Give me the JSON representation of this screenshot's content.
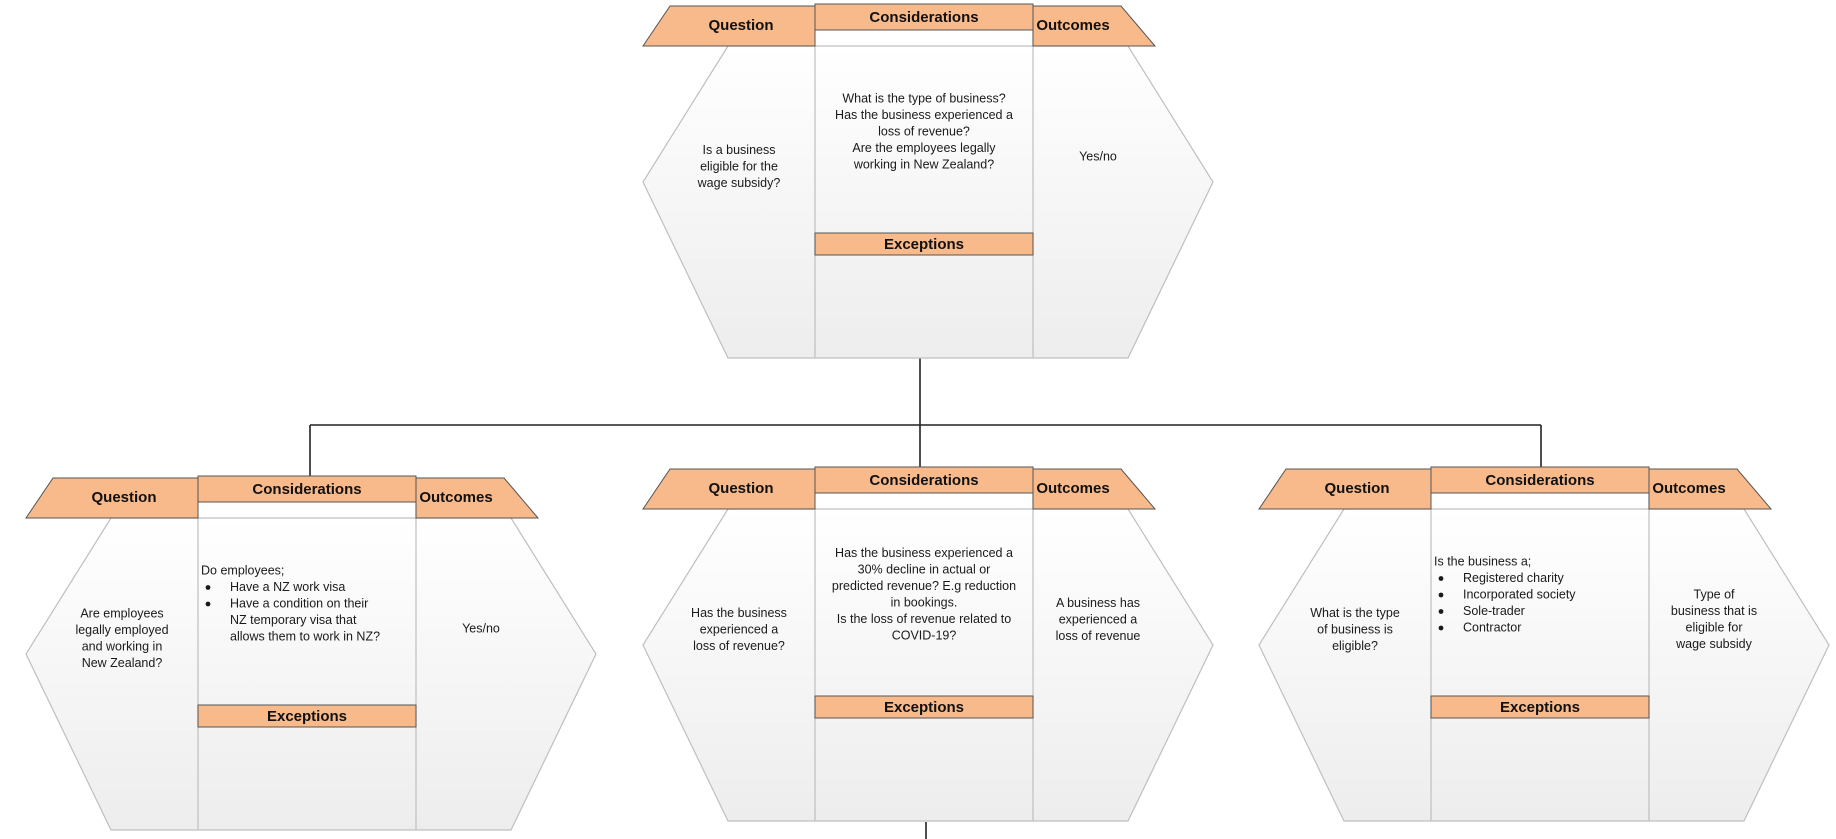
{
  "colors": {
    "header_fill": "#f8b98b",
    "header_stroke": "#555555",
    "hex_fill_top": "#ffffff",
    "hex_fill_bottom": "#ededed",
    "hex_stroke": "#bfbfbf",
    "connector": "#222222"
  },
  "labels": {
    "question": "Question",
    "considerations": "Considerations",
    "outcomes": "Outcomes",
    "exceptions": "Exceptions"
  },
  "nodes": [
    {
      "id": "root",
      "question": [
        "Is a business",
        "eligible for the",
        "wage subsidy?"
      ],
      "considerations": [
        {
          "text": "What is the type of business?",
          "bullet": false
        },
        {
          "text": "Has the business experienced a",
          "bullet": false
        },
        {
          "text": "loss of revenue?",
          "bullet": false
        },
        {
          "text": "Are the employees legally",
          "bullet": false
        },
        {
          "text": "working in New Zealand?",
          "bullet": false
        }
      ],
      "outcomes": [
        "Yes/no"
      ]
    },
    {
      "id": "employees",
      "question": [
        "Are employees",
        "legally employed",
        "and working in",
        "New Zealand?"
      ],
      "considerations": [
        {
          "text": "Do employees;",
          "bullet": false
        },
        {
          "text": "Have a NZ work visa",
          "bullet": true
        },
        {
          "text": "Have a condition on their",
          "bullet": true
        },
        {
          "text": "NZ temporary visa that",
          "bullet": false,
          "indent": true
        },
        {
          "text": "allows them to work in NZ?",
          "bullet": false,
          "indent": true
        }
      ],
      "outcomes": [
        "Yes/no"
      ]
    },
    {
      "id": "revenue",
      "question": [
        "Has the business",
        "experienced a",
        "loss of revenue?"
      ],
      "considerations": [
        {
          "text": "Has the business experienced a",
          "bullet": false
        },
        {
          "text": "30% decline in actual or",
          "bullet": false
        },
        {
          "text": "predicted revenue? E.g reduction",
          "bullet": false
        },
        {
          "text": "in bookings.",
          "bullet": false
        },
        {
          "text": "Is the loss of revenue related to",
          "bullet": false
        },
        {
          "text": "COVID-19?",
          "bullet": false
        }
      ],
      "outcomes": [
        "A business has",
        "experienced a",
        "loss of revenue"
      ]
    },
    {
      "id": "business-type",
      "question": [
        "What is the type",
        "of business is",
        "eligible?"
      ],
      "considerations": [
        {
          "text": "Is the business a;",
          "bullet": false
        },
        {
          "text": "Registered charity",
          "bullet": true
        },
        {
          "text": "Incorporated society",
          "bullet": true
        },
        {
          "text": "Sole-trader",
          "bullet": true
        },
        {
          "text": "Contractor",
          "bullet": true
        }
      ],
      "outcomes": [
        "Type of",
        "business that is",
        "eligible for",
        "wage subsidy"
      ]
    }
  ]
}
